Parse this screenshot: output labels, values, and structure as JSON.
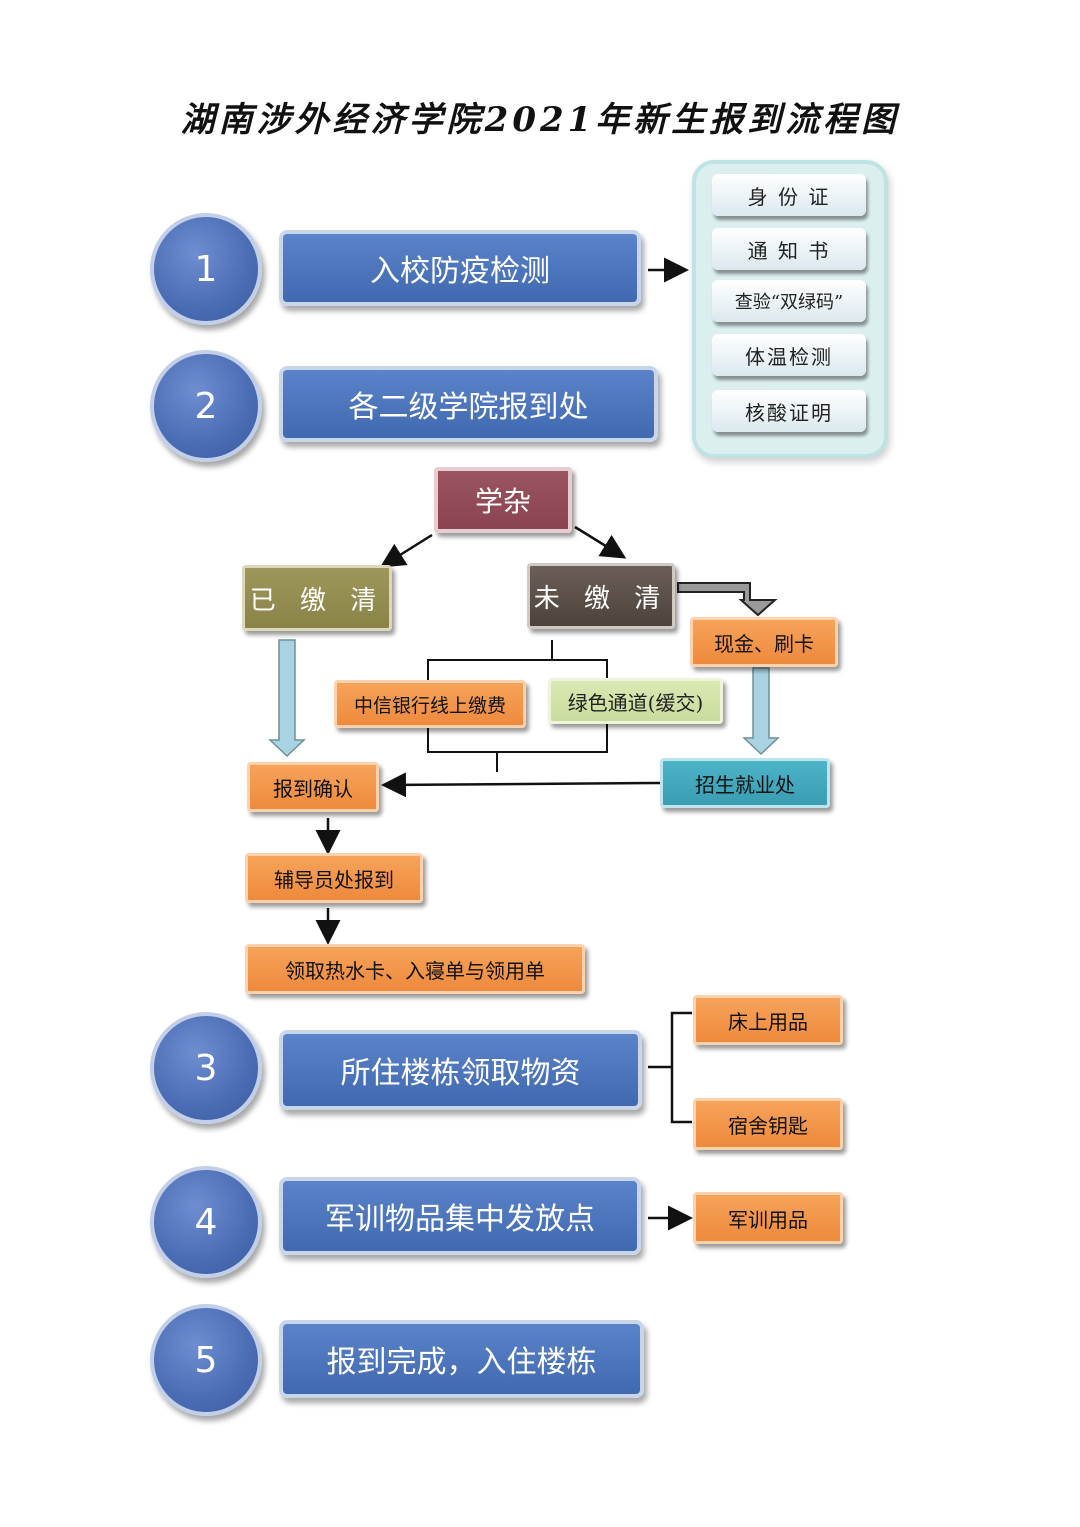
{
  "title": "湖南涉外经济学院2021年新生报到流程图",
  "steps": [
    {
      "num": "1",
      "label": "入校防疫检测"
    },
    {
      "num": "2",
      "label": "各二级学院报到处"
    },
    {
      "num": "3",
      "label": "所住楼栋领取物资"
    },
    {
      "num": "4",
      "label": "军训物品集中发放点"
    },
    {
      "num": "5",
      "label": "报到完成，入住楼栋"
    }
  ],
  "documents": [
    "身 份 证",
    "通 知 书",
    "查验“双绿码”",
    "体温检测",
    "核酸证明"
  ],
  "fees": {
    "root": "学杂",
    "paid": "已 缴 清",
    "unpaid": "未 缴 清",
    "cash": "现金、刷卡",
    "citic": "中信银行线上缴费",
    "green": "绿色通道(缓交)",
    "office": "招生就业处"
  },
  "flow": {
    "confirm": "报到确认",
    "counselor": "辅导员处报到",
    "collect": "领取热水卡、入寝单与领用单"
  },
  "supplies": {
    "bedding": "床上用品",
    "keys": "宿舍钥匙",
    "military": "军训用品"
  }
}
